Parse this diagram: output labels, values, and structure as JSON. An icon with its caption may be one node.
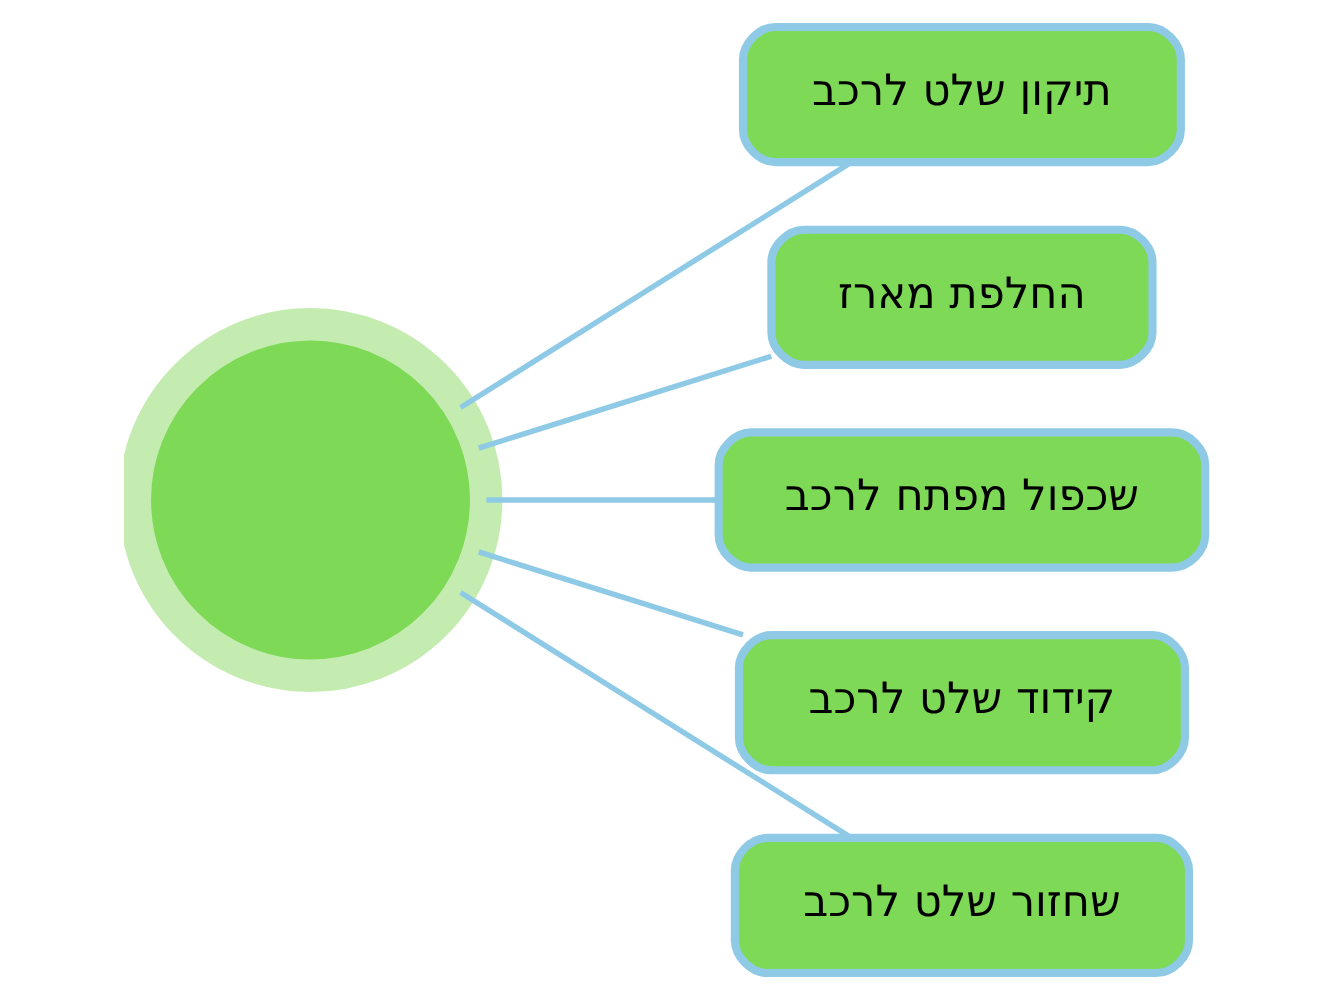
{
  "diagram": {
    "nodes": [
      {
        "text": [],
        "shape": "circle"
      },
      {
        "text": [
          "תיקון שלט לרכב"
        ]
      },
      {
        "text": [
          "החלפת מארז"
        ]
      },
      {
        "text": [
          "שכפול מפתח לרכב"
        ]
      },
      {
        "text": [
          "קידוד שלט לרכב"
        ]
      },
      {
        "text": [
          "שחזור שלט לרכב"
        ]
      }
    ],
    "edges": [
      {
        "from": 0,
        "to": 1,
        "arrow": "none"
      },
      {
        "from": 0,
        "to": 2,
        "arrow": "none"
      },
      {
        "from": 0,
        "to": 3,
        "arrow": "none"
      },
      {
        "from": 0,
        "to": 4,
        "arrow": "none"
      },
      {
        "from": 0,
        "to": 5,
        "arrow": "none"
      }
    ]
  }
}
